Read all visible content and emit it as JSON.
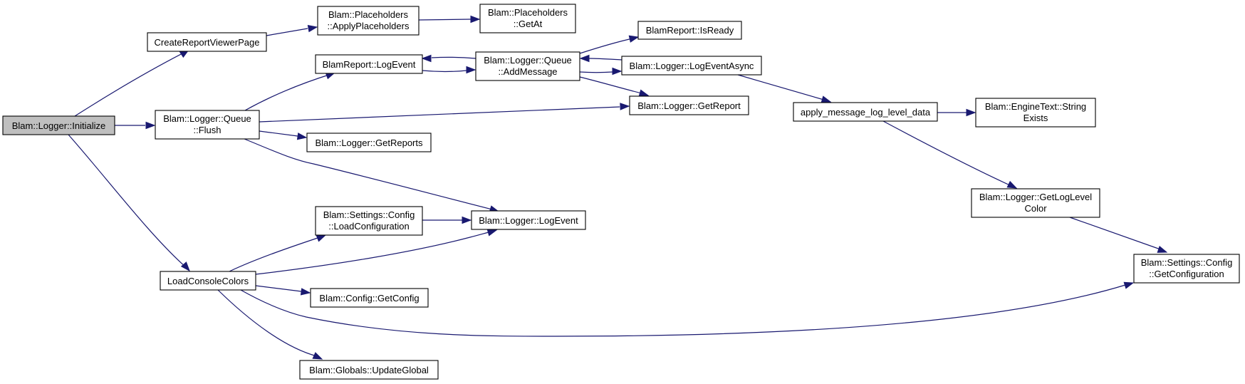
{
  "colors": {
    "edge": "#191970",
    "root_fill": "#bfbfbf",
    "node_fill": "#ffffff",
    "node_border": "#000000"
  },
  "nodes": {
    "initialize": {
      "lines": [
        "Blam::Logger::Initialize"
      ]
    },
    "create_report_viewer_page": {
      "lines": [
        "CreateReportViewerPage"
      ]
    },
    "placeholders_apply": {
      "lines": [
        "Blam::Placeholders",
        "::ApplyPlaceholders"
      ]
    },
    "placeholders_getat": {
      "lines": [
        "Blam::Placeholders",
        "::GetAt"
      ]
    },
    "report_isready": {
      "lines": [
        "BlamReport::IsReady"
      ]
    },
    "report_logevent": {
      "lines": [
        "BlamReport::LogEvent"
      ]
    },
    "queue_addmessage": {
      "lines": [
        "Blam::Logger::Queue",
        "::AddMessage"
      ]
    },
    "logger_logeventasync": {
      "lines": [
        "Blam::Logger::LogEventAsync"
      ]
    },
    "logger_getreport": {
      "lines": [
        "Blam::Logger::GetReport"
      ]
    },
    "queue_flush": {
      "lines": [
        "Blam::Logger::Queue",
        "::Flush"
      ]
    },
    "logger_getreports": {
      "lines": [
        "Blam::Logger::GetReports"
      ]
    },
    "apply_message_log_level_data": {
      "lines": [
        "apply_message_log_level_data"
      ]
    },
    "enginetext_stringexists": {
      "lines": [
        "Blam::EngineText::String",
        "Exists"
      ]
    },
    "logger_getloglevelcolor": {
      "lines": [
        "Blam::Logger::GetLogLevel",
        "Color"
      ]
    },
    "settings_loadconfiguration": {
      "lines": [
        "Blam::Settings::Config",
        "::LoadConfiguration"
      ]
    },
    "logger_logevent": {
      "lines": [
        "Blam::Logger::LogEvent"
      ]
    },
    "load_console_colors": {
      "lines": [
        "LoadConsoleColors"
      ]
    },
    "config_getconfig": {
      "lines": [
        "Blam::Config::GetConfig"
      ]
    },
    "settings_getconfiguration": {
      "lines": [
        "Blam::Settings::Config",
        "::GetConfiguration"
      ]
    },
    "globals_updateglobal": {
      "lines": [
        "Blam::Globals::UpdateGlobal"
      ]
    }
  },
  "edges": [
    {
      "from": "initialize",
      "to": "create_report_viewer_page"
    },
    {
      "from": "initialize",
      "to": "queue_flush"
    },
    {
      "from": "initialize",
      "to": "load_console_colors"
    },
    {
      "from": "create_report_viewer_page",
      "to": "placeholders_apply"
    },
    {
      "from": "placeholders_apply",
      "to": "placeholders_getat"
    },
    {
      "from": "queue_flush",
      "to": "report_logevent"
    },
    {
      "from": "queue_flush",
      "to": "logger_getreport"
    },
    {
      "from": "queue_flush",
      "to": "logger_getreports"
    },
    {
      "from": "queue_flush",
      "to": "logger_logevent"
    },
    {
      "from": "report_logevent",
      "to": "queue_addmessage"
    },
    {
      "from": "queue_addmessage",
      "to": "report_logevent"
    },
    {
      "from": "queue_addmessage",
      "to": "report_isready"
    },
    {
      "from": "queue_addmessage",
      "to": "logger_logeventasync"
    },
    {
      "from": "queue_addmessage",
      "to": "logger_getreport"
    },
    {
      "from": "logger_logeventasync",
      "to": "queue_addmessage"
    },
    {
      "from": "logger_logeventasync",
      "to": "apply_message_log_level_data"
    },
    {
      "from": "apply_message_log_level_data",
      "to": "enginetext_stringexists"
    },
    {
      "from": "apply_message_log_level_data",
      "to": "logger_getloglevelcolor"
    },
    {
      "from": "logger_getloglevelcolor",
      "to": "settings_getconfiguration"
    },
    {
      "from": "load_console_colors",
      "to": "settings_loadconfiguration"
    },
    {
      "from": "load_console_colors",
      "to": "logger_logevent"
    },
    {
      "from": "load_console_colors",
      "to": "config_getconfig"
    },
    {
      "from": "load_console_colors",
      "to": "settings_getconfiguration"
    },
    {
      "from": "load_console_colors",
      "to": "globals_updateglobal"
    },
    {
      "from": "settings_loadconfiguration",
      "to": "logger_logevent"
    }
  ]
}
